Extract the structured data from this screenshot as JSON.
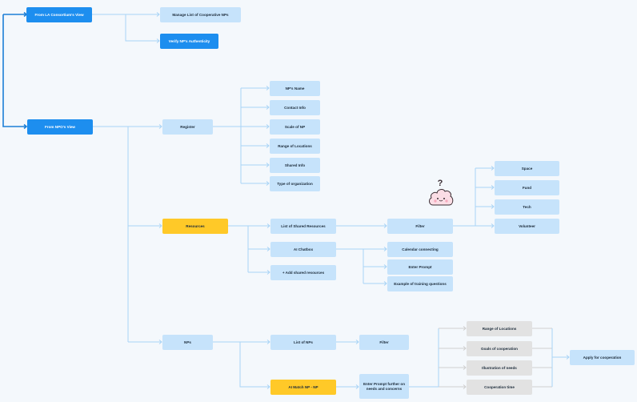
{
  "colors": {
    "root": "#1d8eef",
    "light_node": "#c6e3fb",
    "highlight_node": "#ffc928",
    "grey_node": "#e2e2e2",
    "root_connector": "#1d7fd6",
    "connector": "#a9d4f6",
    "grey_connector": "#cfcfcf",
    "mascot_fill": "#fbdde5",
    "mascot_outline": "#3a2d33"
  },
  "mascot": {
    "icon": "cloud-mascot-icon",
    "mark": "?"
  },
  "nodes": {
    "la_view": "From LA Consortium's View",
    "manage_list": "Manage List of Cooperative NPs",
    "verify": "Verify NP's Authenticity",
    "npo_view": "From NPO's View",
    "register": "Register",
    "np_name": "NP's Name",
    "contact": "Contact Info",
    "scale": "Scale of NP",
    "range_loc": "Range of Locations",
    "shared_info": "Shared Info",
    "org_type": "Type of organization",
    "resources": "Resources",
    "shared_res": "List of Shared Resources",
    "filter_res": "Filter",
    "space": "Space",
    "fund": "Fund",
    "tech": "Tech",
    "volunteer": "Volunteer",
    "ai_chatbox": "AI Chatbox",
    "calendar": "Calendar connecting",
    "enter_prompt": "Enter Prompt",
    "training_q": "Example of training questions",
    "add_shared": "+ Add shared resources",
    "nps": "NPs",
    "list_nps": "List of NPs",
    "filter_nps": "Filter",
    "ai_match": "AI Match NP - NP",
    "enter_needs": "Enter Prompt further on needs and concerns",
    "range_loc2": "Range of Locations",
    "goals": "Goals of cooperation",
    "illustration": "Illustration of needs",
    "coop_time": "Cooperation time",
    "apply": "Apply for cooperation"
  }
}
